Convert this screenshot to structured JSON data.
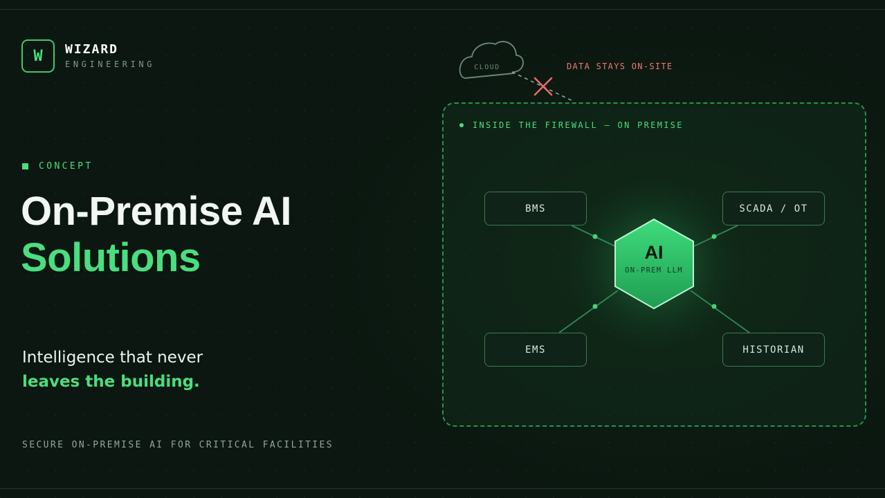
{
  "brand": {
    "mark": "W",
    "name": "WIZARD",
    "subtitle": "ENGINEERING"
  },
  "section_tag": "CONCEPT",
  "headline": {
    "line1": "On-Premise AI",
    "line2": "Solutions"
  },
  "tagline": {
    "line1": "Intelligence that never",
    "line2": "leaves the building."
  },
  "footer": "SECURE ON-PREMISE AI FOR CRITICAL FACILITIES",
  "diagram": {
    "cloud_label": "CLOUD",
    "blocked_label": "DATA STAYS ON-SITE",
    "boundary_label": "INSIDE THE FIREWALL — ON PREMISE",
    "core": {
      "title": "AI",
      "subtitle": "ON-PREM LLM"
    },
    "nodes": {
      "top_left": "BMS",
      "top_right": "SCADA / OT",
      "bottom_left": "EMS",
      "bottom_right": "HISTORIAN"
    }
  },
  "colors": {
    "accent": "#4ade80",
    "background": "#0b1710",
    "warning": "#f07575",
    "node_border": "#3e7a55"
  }
}
